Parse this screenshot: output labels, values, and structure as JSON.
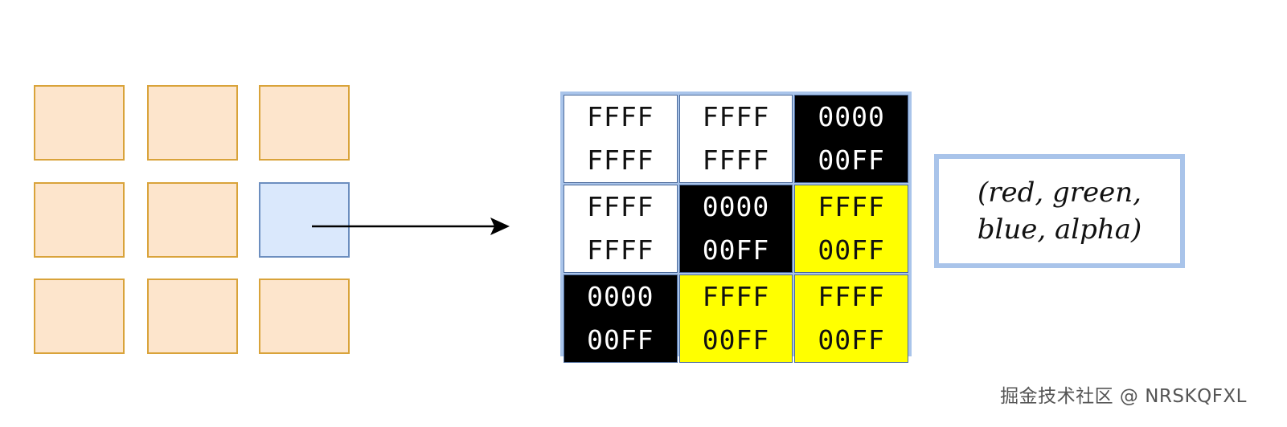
{
  "tiles": [
    {
      "selected": false
    },
    {
      "selected": false
    },
    {
      "selected": false
    },
    {
      "selected": false
    },
    {
      "selected": false
    },
    {
      "selected": true
    },
    {
      "selected": false
    },
    {
      "selected": false
    },
    {
      "selected": false
    }
  ],
  "pixels": [
    {
      "line1": "FFFF",
      "line2": "FFFF",
      "fill": "white"
    },
    {
      "line1": "FFFF",
      "line2": "FFFF",
      "fill": "white"
    },
    {
      "line1": "0000",
      "line2": "00FF",
      "fill": "black"
    },
    {
      "line1": "FFFF",
      "line2": "FFFF",
      "fill": "white"
    },
    {
      "line1": "0000",
      "line2": "00FF",
      "fill": "black"
    },
    {
      "line1": "FFFF",
      "line2": "00FF",
      "fill": "yellow"
    },
    {
      "line1": "0000",
      "line2": "00FF",
      "fill": "black"
    },
    {
      "line1": "FFFF",
      "line2": "00FF",
      "fill": "yellow"
    },
    {
      "line1": "FFFF",
      "line2": "00FF",
      "fill": "yellow"
    }
  ],
  "legend": {
    "line1": "(red, green,",
    "line2": "blue, alpha)"
  },
  "watermark": "掘金技术社区 @ NRSKQFXL",
  "colors": {
    "tile_fill": "#fde5cc",
    "tile_border": "#d9a33a",
    "selected_fill": "#dae8fc",
    "selected_border": "#6c8ebf",
    "grid_border": "#a9c4ea",
    "yellow": "#ffff00"
  }
}
